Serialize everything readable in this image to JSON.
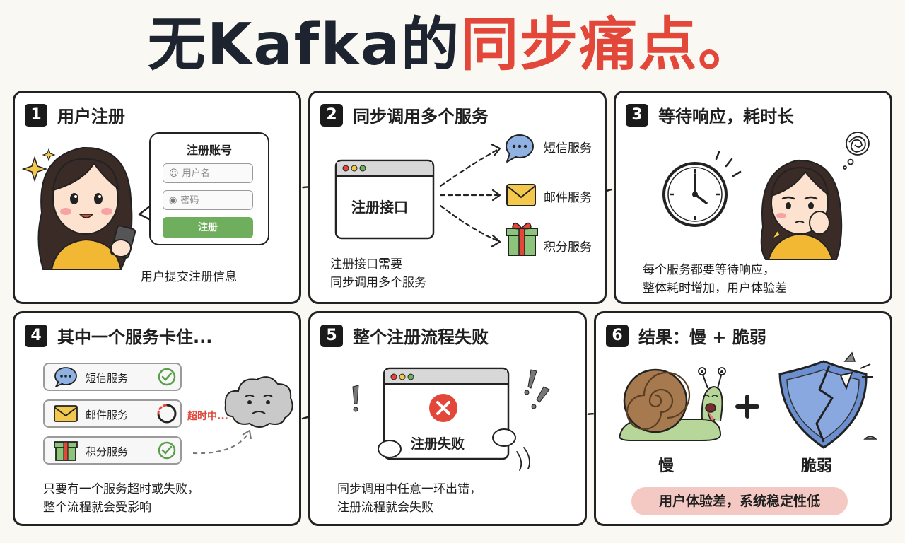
{
  "title": {
    "prefix": "无Kafka的",
    "highlight": "同步痛点",
    "suffix": "。"
  },
  "colors": {
    "accent_red": "#e2473a",
    "green": "#6fae5c",
    "yellow": "#f2c94c",
    "pill_bg": "#f5c9c3"
  },
  "panels": [
    {
      "number": "1",
      "title": "用户注册",
      "form": {
        "title": "注册账号",
        "username_placeholder": "用户名",
        "password_placeholder": "密码",
        "button": "注册"
      },
      "caption": "用户提交注册信息"
    },
    {
      "number": "2",
      "title": "同步调用多个服务",
      "window_label": "注册接口",
      "services": [
        "短信服务",
        "邮件服务",
        "积分服务"
      ],
      "caption_lines": [
        "注册接口需要",
        "同步调用多个服务"
      ]
    },
    {
      "number": "3",
      "title": "等待响应，耗时长",
      "caption_lines": [
        "每个服务都要等待响应，",
        "整体耗时增加，用户体验差"
      ]
    },
    {
      "number": "4",
      "title": "其中一个服务卡住...",
      "services": [
        "短信服务",
        "邮件服务",
        "积分服务"
      ],
      "timeout_label": "超时中...",
      "caption_lines": [
        "只要有一个服务超时或失败，",
        "整个流程就会受影响"
      ]
    },
    {
      "number": "5",
      "title": "整个注册流程失败",
      "window_label": "注册失败",
      "caption_lines": [
        "同步调用中任意一环出错，",
        "注册流程就会失败"
      ]
    },
    {
      "number": "6",
      "title": "结果：慢 + 脆弱",
      "slow_label": "慢",
      "plus": "+",
      "fragile_label": "脆弱",
      "result_pill": "用户体验差，系统稳定性低"
    }
  ],
  "icons": [
    "chat-bubble-icon",
    "envelope-icon",
    "gift-icon",
    "clock-icon",
    "check-icon",
    "spinner-icon",
    "error-x-icon",
    "snail-icon",
    "broken-shield-icon",
    "user-icon",
    "lock-icon"
  ]
}
